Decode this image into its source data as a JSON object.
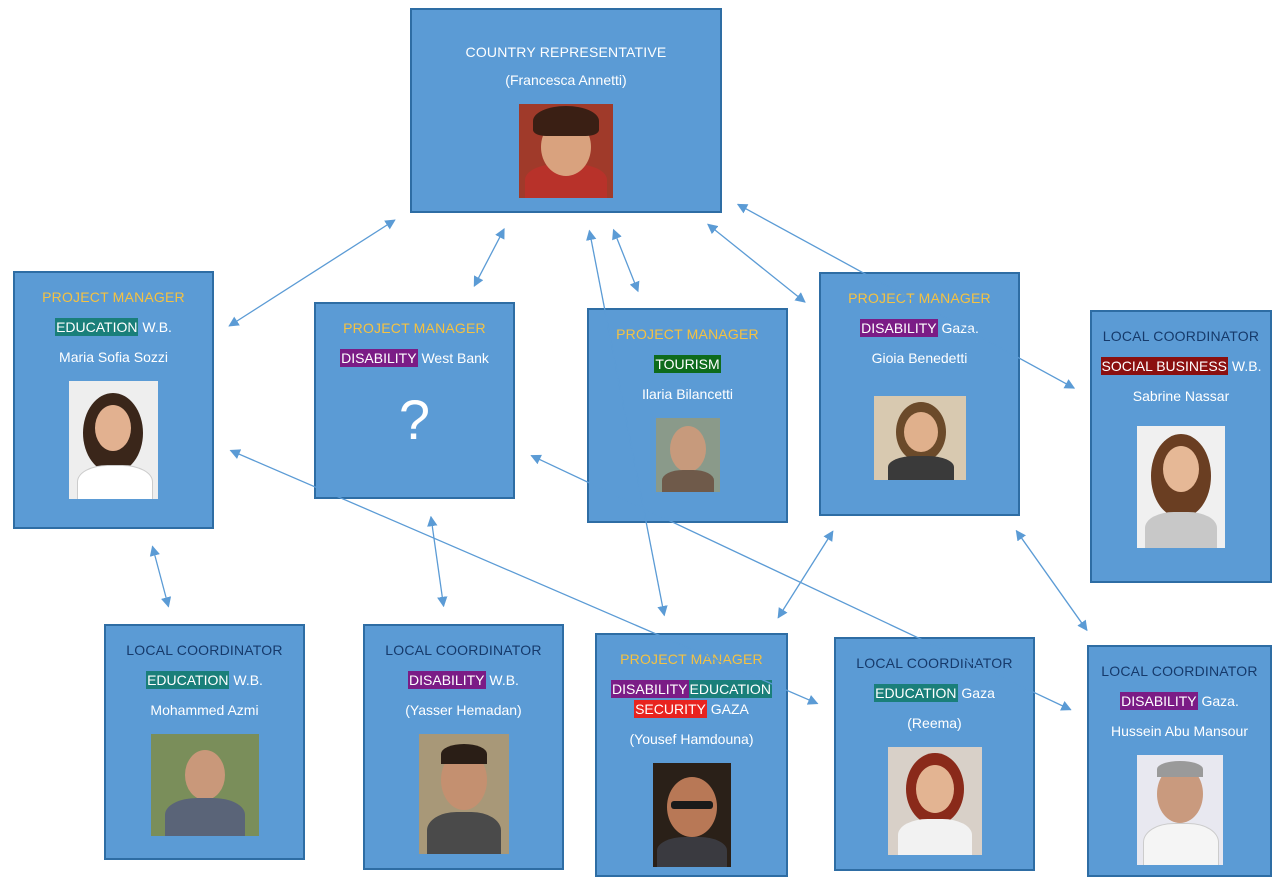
{
  "colors": {
    "box_fill": "#5b9bd5",
    "box_border": "#2e6da4",
    "arrow": "#5b9bd5",
    "role_project_manager": "#f5c242",
    "role_local_coordinator": "#163a6b",
    "tag_education": "#1a7f7a",
    "tag_disability": "#7b1c86",
    "tag_tourism": "#0e6b1c",
    "tag_social_business": "#8b1010",
    "tag_security": "#e8231f"
  },
  "nodes": {
    "country_rep": {
      "role": "COUNTRY REPRESENTATIVE",
      "person": "(Francesca Annetti)"
    },
    "pm_education": {
      "role": "PROJECT MANAGER",
      "tags": [
        {
          "text": "EDUCATION",
          "kind": "education"
        }
      ],
      "suffix": "W.B.",
      "person": "Maria Sofia Sozzi"
    },
    "pm_disability_wb": {
      "role": "PROJECT MANAGER",
      "tags": [
        {
          "text": "DISABILITY",
          "kind": "disability"
        }
      ],
      "suffix": "West Bank",
      "placeholder": "?"
    },
    "pm_tourism": {
      "role": "PROJECT MANAGER",
      "tags": [
        {
          "text": "TOURISM",
          "kind": "tourism"
        }
      ],
      "suffix": "",
      "person": "Ilaria Bilancetti"
    },
    "pm_disability_gaza": {
      "role": "PROJECT MANAGER",
      "tags": [
        {
          "text": "DISABILITY",
          "kind": "disability"
        }
      ],
      "suffix": "Gaza.",
      "person": "Gioia Benedetti"
    },
    "lc_social_business": {
      "role": "LOCAL COORDINATOR",
      "tags": [
        {
          "text": "SOCIAL BUSINESS",
          "kind": "social_business"
        }
      ],
      "suffix": "W.B.",
      "person": "Sabrine Nassar"
    },
    "lc_education_wb": {
      "role": "LOCAL COORDINATOR",
      "tags": [
        {
          "text": "EDUCATION",
          "kind": "education"
        }
      ],
      "suffix": "W.B.",
      "person": "Mohammed Azmi"
    },
    "lc_disability_wb": {
      "role": "LOCAL COORDINATOR",
      "tags": [
        {
          "text": "DISABILITY",
          "kind": "disability"
        }
      ],
      "suffix": "W.B.",
      "person": "(Yasser Hemadan)"
    },
    "pm_gaza_multi": {
      "role": "PROJECT MANAGER",
      "tags": [
        {
          "text": "DISABILITY",
          "kind": "disability"
        },
        {
          "text": "EDUCATION",
          "kind": "education"
        },
        {
          "text": "SECURITY",
          "kind": "security"
        }
      ],
      "suffix": "GAZA",
      "person": "(Yousef Hamdouna)"
    },
    "lc_education_gaza": {
      "role": "LOCAL COORDINATOR",
      "tags": [
        {
          "text": "EDUCATION",
          "kind": "education"
        }
      ],
      "suffix": "Gaza",
      "person": "(Reema)"
    },
    "lc_disability_gaza": {
      "role": "LOCAL COORDINATOR",
      "tags": [
        {
          "text": "DISABILITY",
          "kind": "disability"
        }
      ],
      "suffix": "Gaza.",
      "person": "Hussein Abu Mansour"
    }
  },
  "connections": [
    {
      "from": "country_rep",
      "to": "pm_education"
    },
    {
      "from": "country_rep",
      "to": "pm_disability_wb"
    },
    {
      "from": "country_rep",
      "to": "pm_tourism"
    },
    {
      "from": "country_rep",
      "to": "pm_disability_gaza"
    },
    {
      "from": "country_rep",
      "to": "lc_social_business"
    },
    {
      "from": "country_rep",
      "to": "pm_gaza_multi"
    },
    {
      "from": "pm_education",
      "to": "lc_education_wb"
    },
    {
      "from": "pm_education",
      "to": "lc_education_gaza"
    },
    {
      "from": "pm_disability_wb",
      "to": "lc_disability_wb"
    },
    {
      "from": "pm_disability_wb",
      "to": "lc_disability_gaza"
    },
    {
      "from": "pm_disability_gaza",
      "to": "pm_gaza_multi"
    },
    {
      "from": "pm_disability_gaza",
      "to": "lc_disability_gaza"
    }
  ]
}
